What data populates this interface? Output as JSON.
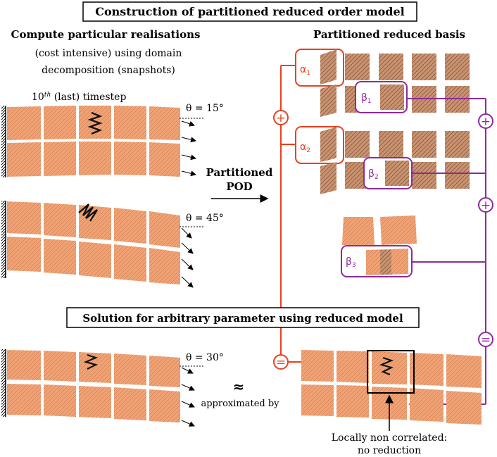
{
  "title": "Construction of partitioned reduced order model",
  "left": {
    "heading": "Compute particular realisations",
    "sub1": "(cost intensive) using domain",
    "sub2": "decomposition (snapshots)",
    "timestep_sup": "th",
    "timestep_num": "10",
    "timestep_rest": " (last) timestep",
    "theta1": "θ = 15°",
    "theta2": "θ = 45°",
    "theta3": "θ = 30°"
  },
  "arrow": {
    "line1": "Partitioned",
    "line2": "POD"
  },
  "right": {
    "heading": "Partitioned reduced basis",
    "alpha1": "α",
    "alpha1_sub": "1",
    "alpha2": "α",
    "alpha2_sub": "2",
    "beta1": "β",
    "beta1_sub": "1",
    "beta2": "β",
    "beta2_sub": "2",
    "beta3": "β",
    "beta3_sub": "3",
    "plus": "+",
    "equals": "="
  },
  "solution_title": "Solution for arbitrary parameter using reduced model",
  "approx": {
    "symbol": "≈",
    "text": "approximated by"
  },
  "note": {
    "line1": "Locally non correlated:",
    "line2": "no reduction"
  },
  "colors": {
    "orange_red": "#e8411f",
    "purple": "#8e2a9b",
    "skin": "#f4a679",
    "skin_dark": "#b97a57"
  }
}
